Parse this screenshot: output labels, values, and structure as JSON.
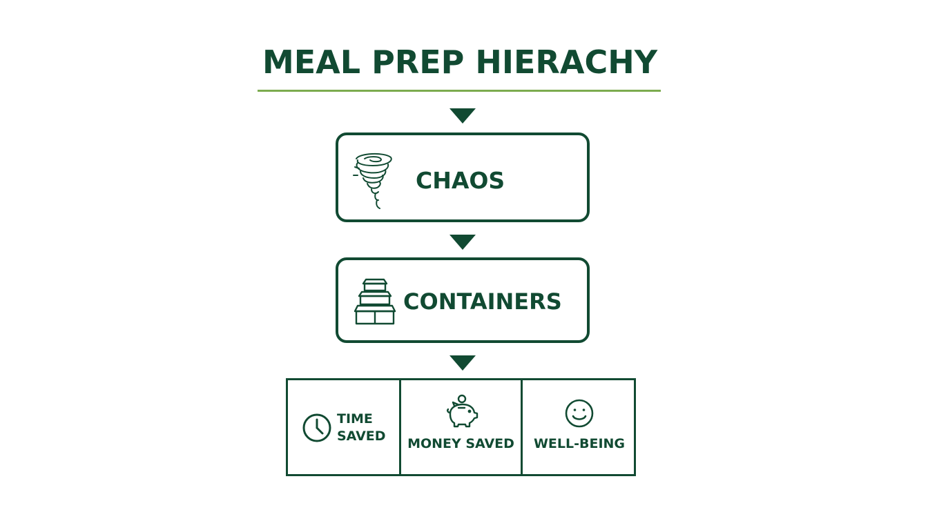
{
  "title": "MEAL PREP HIERACHY",
  "colors": {
    "primary": "#114a32",
    "accent": "#7cab4f",
    "background": "#ffffff"
  },
  "levels": [
    {
      "label": "CHAOS",
      "icon": "tornado-icon"
    },
    {
      "label": "CONTAINERS",
      "icon": "stacked-containers-icon"
    }
  ],
  "outcomes": [
    {
      "line1": "TIME",
      "line2": "SAVED",
      "icon": "clock-icon"
    },
    {
      "label": "MONEY SAVED",
      "icon": "piggy-bank-icon"
    },
    {
      "label": "WELL-BEING",
      "icon": "smiley-face-icon"
    }
  ]
}
